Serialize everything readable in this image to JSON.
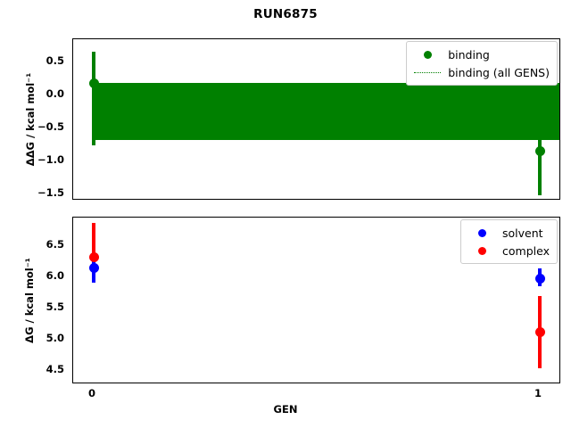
{
  "figure": {
    "title": "RUN6875",
    "background": "#ffffff"
  },
  "colors": {
    "binding": "#008000",
    "solvent": "#0000ff",
    "complex": "#ff0000",
    "axis": "#000000"
  },
  "axes_top": {
    "ylabel": "ΔΔG / kcal mol⁻¹",
    "ytick_labels": [
      "0.5",
      "0.0",
      "−0.5",
      "−1.0",
      "−1.5"
    ],
    "ytick_values": [
      0.5,
      0.0,
      -0.5,
      -1.0,
      -1.5
    ],
    "legend": [
      {
        "label": "binding",
        "key": "marker-dot",
        "color": "#008000"
      },
      {
        "label": "binding (all GENS)",
        "key": "dotted-line",
        "color": "#008000"
      }
    ]
  },
  "axes_bottom": {
    "ylabel": "ΔG / kcal mol⁻¹",
    "ytick_labels": [
      "6.5",
      "6.0",
      "5.5",
      "5.0",
      "4.5"
    ],
    "ytick_values": [
      6.5,
      6.0,
      5.5,
      5.0,
      4.5
    ],
    "legend": [
      {
        "label": "solvent",
        "key": "marker-dot",
        "color": "#0000ff"
      },
      {
        "label": "complex",
        "key": "marker-dot",
        "color": "#ff0000"
      }
    ]
  },
  "xaxis": {
    "label": "GEN",
    "tick_labels": [
      "0",
      "1"
    ],
    "tick_values": [
      0,
      1
    ]
  },
  "chart_data": [
    {
      "type": "line",
      "id": "binding-panel",
      "title": "RUN6875",
      "xlabel": "GEN",
      "ylabel": "ΔΔG / kcal mol⁻¹",
      "xlim": [
        -0.05,
        1.05
      ],
      "ylim": [
        -1.78,
        0.93
      ],
      "xticks": [
        0,
        1
      ],
      "yticks": [
        0.5,
        0.0,
        -0.5,
        -1.0,
        -1.5
      ],
      "grid": false,
      "legend_position": "upper right",
      "series": [
        {
          "name": "binding",
          "color": "#008000",
          "style": "errorbar-marker",
          "x": [
            0,
            1
          ],
          "values": [
            0.2,
            -0.93
          ],
          "yerr_lower": [
            0.82,
            0.68
          ],
          "yerr_upper": [
            0.58,
            0.93
          ]
        },
        {
          "name": "binding (all GENS)",
          "color": "#008000",
          "style": "dotted-line-with-band",
          "mean": -0.19,
          "band_lower": -0.62,
          "band_upper": 0.25,
          "x_span": [
            0,
            1
          ]
        }
      ]
    },
    {
      "type": "scatter",
      "id": "absolute-panel",
      "xlabel": "GEN",
      "ylabel": "ΔG / kcal mol⁻¹",
      "xlim": [
        -0.05,
        1.05
      ],
      "ylim": [
        4.27,
        6.98
      ],
      "xticks": [
        0,
        1
      ],
      "yticks": [
        6.5,
        6.0,
        5.5,
        5.0,
        4.5
      ],
      "grid": false,
      "legend_position": "upper right",
      "series": [
        {
          "name": "solvent",
          "color": "#0000ff",
          "style": "errorbar-marker",
          "x": [
            0,
            1
          ],
          "values": [
            6.16,
            5.98
          ],
          "yerr_lower": [
            0.26,
            0.19
          ],
          "yerr_upper": [
            0.22,
            0.1
          ]
        },
        {
          "name": "complex",
          "color": "#ff0000",
          "style": "errorbar-marker",
          "x": [
            0,
            1
          ],
          "values": [
            6.35,
            5.06
          ],
          "yerr_lower": [
            0.45,
            0.61
          ],
          "yerr_upper": [
            0.51,
            0.56
          ]
        }
      ]
    }
  ]
}
